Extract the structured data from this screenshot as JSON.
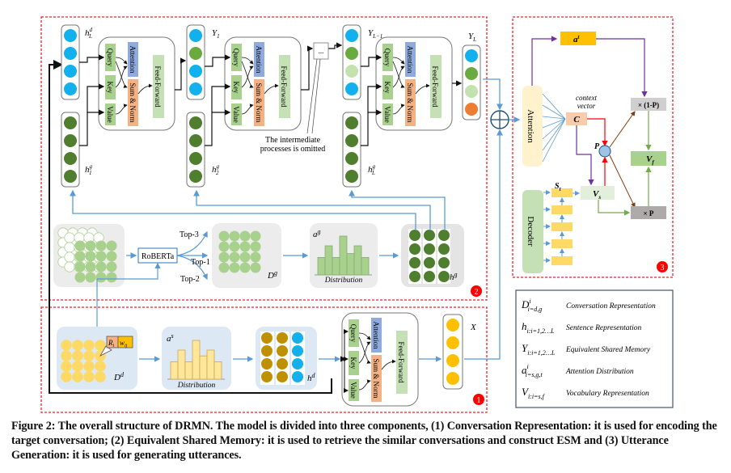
{
  "figure": {
    "caption": "Figure 2: The overall structure of DRMN. The model is divided into three components, (1) Conversation Representation: it is used for encoding the target conversation; (2) Equivalent Shared Memory: it is used to retrieve the similar conversations and construct ESM and (3) Utterance Generation: it is used for generating utterances.",
    "colors": {
      "dashed_border": "#e8232a",
      "cyan": "#12b1ee",
      "dark_green": "#4f7e2e",
      "mid_green": "#6aab3f",
      "light_green": "#c4e1b0",
      "orange": "#ed7d31",
      "yellow": "#fec000",
      "pale_yellow": "#ffd966",
      "gold_brown": "#bf9000",
      "query_key_value": "#a9d18e",
      "attention_block": "#8faadc",
      "sum_norm_block": "#f4b183",
      "feed_forward": "#c5e0b4",
      "arrow_blue": "#5b9bd5",
      "purple": "#7030a0",
      "red_arrow": "#ff0000",
      "brown_arrow": "#843c0c",
      "badge_red": "#ff0000"
    }
  },
  "component2": {
    "badge": "2",
    "vectors": {
      "hLd": "h",
      "hLd_sup": "d",
      "hLd_sub": "L",
      "h1g": "h",
      "h1g_sup": "g",
      "h1g_sub": "1",
      "Y1": "Y",
      "Y1_sub": "1",
      "h2g": "h",
      "h2g_sup": "g",
      "h2g_sub": "2",
      "YL1": "Y",
      "YL1_sub": "L−1",
      "hLg": "h",
      "hLg_sup": "g",
      "hLg_sub": "L",
      "YL": "Y",
      "YL_sub": "L"
    },
    "block": {
      "query": "Query",
      "key": "Key",
      "value": "Value",
      "attention": "Attention",
      "sum_norm": "Sum & Norm",
      "feed_forward": "Feed-Forward"
    },
    "ellipsis": "...",
    "intermediate_note_line1": "The intermediate",
    "intermediate_note_line2": "processes is omitted",
    "roberta": "RoBERTa",
    "top3": "Top-3",
    "top1": "Top-1",
    "top2": "Top-2",
    "Dg": "D",
    "Dg_sup": "g",
    "ag": "a",
    "ag_sup": "g",
    "distribution": "Distribution",
    "hg": "h",
    "hg_sup": "g",
    "ag_bar_heights": [
      0.45,
      0.75,
      0.45,
      1.0,
      0.55,
      0.75,
      0.45
    ]
  },
  "component1": {
    "badge": "1",
    "Dd": "D",
    "Dd_sup": "d",
    "R": "R",
    "R_sub": "i",
    "w": "w",
    "w_sub": "ij",
    "as": "a",
    "as_sup": "s",
    "distribution": "Distribution",
    "hd": "h",
    "hd_sup": "d",
    "X": "X",
    "as_bar_heights": [
      0.45,
      0.75,
      0.45,
      1.0,
      0.6,
      0.75,
      0.45
    ],
    "block": {
      "query": "Query",
      "key": "Key",
      "value": "Value",
      "attention": "Attention",
      "sum_norm": "Sum & Norm",
      "feed_forward": "Feed-Forward"
    }
  },
  "component3": {
    "badge": "3",
    "at": "a",
    "at_sup": "t",
    "attention": "Attention",
    "context_vector_line1": "context",
    "context_vector_line2": "vector",
    "C": "C",
    "P": "P",
    "one_minus_p": "× (1-P)",
    "times_p": "× P",
    "Vf": "V",
    "Vf_sub": "f",
    "Vs": "V",
    "Vs_sub": "s",
    "St": "S",
    "St_sub": "t",
    "decoder": "Decoder"
  },
  "legend": {
    "rows": [
      {
        "sym": "D",
        "sup": "i",
        "sub": "i=d,g",
        "desc": "Conversation Representation"
      },
      {
        "sym": "h",
        "sup": "",
        "sub": "i:i=1,2…L",
        "desc": "Sentence Representation"
      },
      {
        "sym": "Y",
        "sup": "",
        "sub": "i:i=1,2…L",
        "desc": "Equivalent Shared Memory"
      },
      {
        "sym": "a",
        "sup": "i",
        "sub": "i=s,g,t",
        "desc": "Attention Distribution"
      },
      {
        "sym": "V",
        "sup": "",
        "sub": "i:i=s,f",
        "desc": "Vocabulary Representation"
      }
    ]
  }
}
